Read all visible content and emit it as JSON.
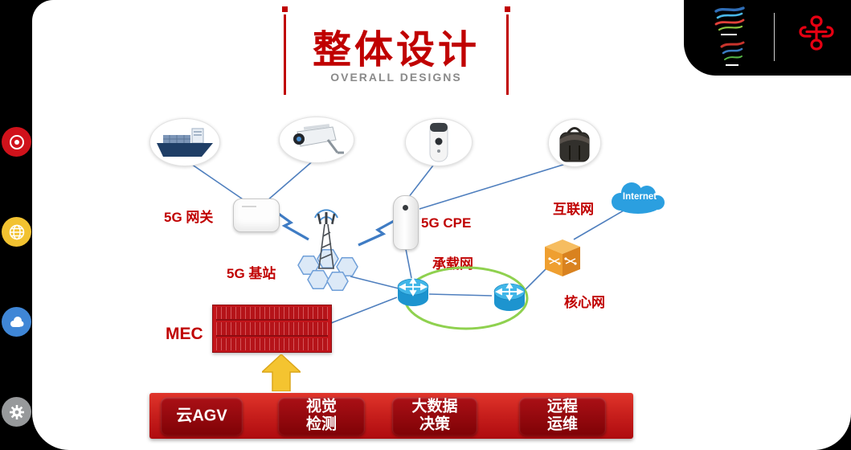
{
  "header": {
    "title": "整体设计",
    "subtitle": "OVERALL DESIGNS"
  },
  "branding": {
    "icons": [
      "beijing-2022-olympic-emblem",
      "beijing-2022-paralympic-emblem",
      "china-unicom-logo"
    ]
  },
  "sidebar": {
    "icons": [
      "record-icon",
      "globe-icon",
      "cloud-icon",
      "gear-icon"
    ]
  },
  "diagram": {
    "device_icons": [
      "ship-photo",
      "cctv-camera-photo",
      "smart-camera-photo",
      "backpack-photo"
    ],
    "labels": {
      "gateway": "5G 网关",
      "base_station": "5G 基站",
      "cpe": "5G CPE",
      "bearer_network": "承载网",
      "core_network": "核心网",
      "internet": "互联网",
      "internet_cloud": "Internet",
      "mec": "MEC"
    }
  },
  "bottom_bar": {
    "buttons": [
      {
        "lines": [
          "云AGV"
        ]
      },
      {
        "lines": [
          "视觉",
          "检测"
        ]
      },
      {
        "lines": [
          "大数据",
          "决策"
        ]
      },
      {
        "lines": [
          "远程",
          "运维"
        ]
      }
    ]
  },
  "colors": {
    "accent_red": "#c00000",
    "line_blue": "#4f7fbe",
    "bearer_green": "#8fd14f",
    "router_blue": "#1d94cf",
    "core_orange": "#ef9f30",
    "arrow_gold": "#f4c430",
    "cloud_blue": "#2b9fe0"
  }
}
